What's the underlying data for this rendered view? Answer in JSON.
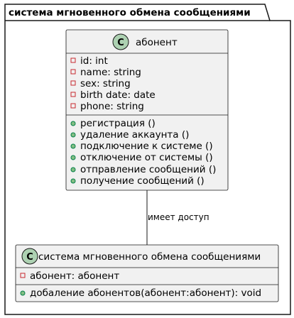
{
  "package": {
    "name": "система мгновенного обмена сообщениями"
  },
  "classes": [
    {
      "stereotype_letter": "C",
      "name": "абонент",
      "attributes": [
        "id: int",
        "name: string",
        "sex: string",
        "birth date: date",
        "phone: string"
      ],
      "methods": [
        "регистрация ()",
        "удаление аккаунта ()",
        "подключение к системе ()",
        "отключение от системы ()",
        "отправление сообщений ()",
        "получение сообщений ()"
      ]
    },
    {
      "stereotype_letter": "C",
      "name": "система мгновенного обмена сообщениями",
      "attributes": [
        "абонент: абонент"
      ],
      "methods": [
        "добаление абонентов(абонент:абонент): void"
      ]
    }
  ],
  "relation": {
    "label": "имеет доступ"
  },
  "colors": {
    "class_fill": "#F1F1F1",
    "border": "#181818",
    "icon_fill": "#ADD1B2",
    "private_marker": "#C82930",
    "public_marker": "#84BE84"
  }
}
